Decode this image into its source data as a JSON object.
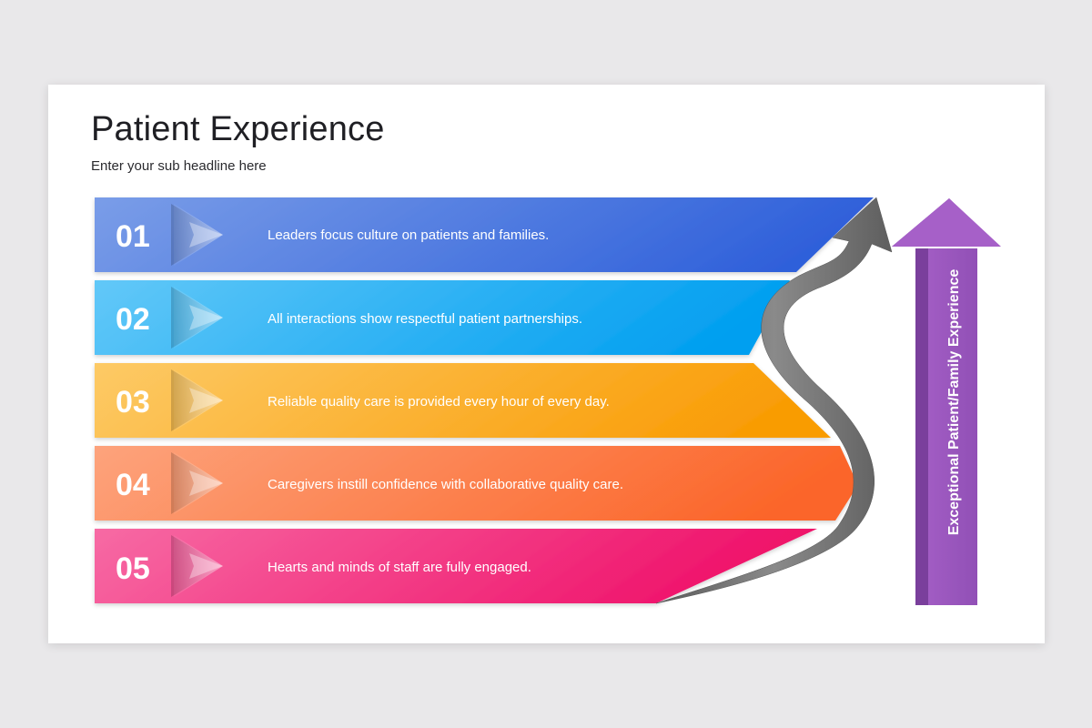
{
  "slide": {
    "title": "Patient Experience",
    "subtitle": "Enter your sub headline here"
  },
  "steps": [
    {
      "number": "01",
      "text": "Leaders focus culture on patients and families.",
      "color_start": "#6f95e6",
      "color_end": "#3566dc"
    },
    {
      "number": "02",
      "text": "All interactions show respectful patient partnerships.",
      "color_start": "#55c3f7",
      "color_end": "#05a2f0"
    },
    {
      "number": "03",
      "text": "Reliable quality care is provided every hour of every day.",
      "color_start": "#fcc55c",
      "color_end": "#f9a00a"
    },
    {
      "number": "04",
      "text": "Caregivers instill confidence with collaborative quality care.",
      "color_start": "#fd9d74",
      "color_end": "#fb6b2e"
    },
    {
      "number": "05",
      "text": "Hearts and minds of staff are fully engaged.",
      "color_start": "#f6609e",
      "color_end": "#f0166c"
    }
  ],
  "side_arrow": {
    "label": "Exceptional Patient/Family Experience",
    "color": "#9b59b6"
  },
  "path_arrow_color": "#6e6e6e"
}
